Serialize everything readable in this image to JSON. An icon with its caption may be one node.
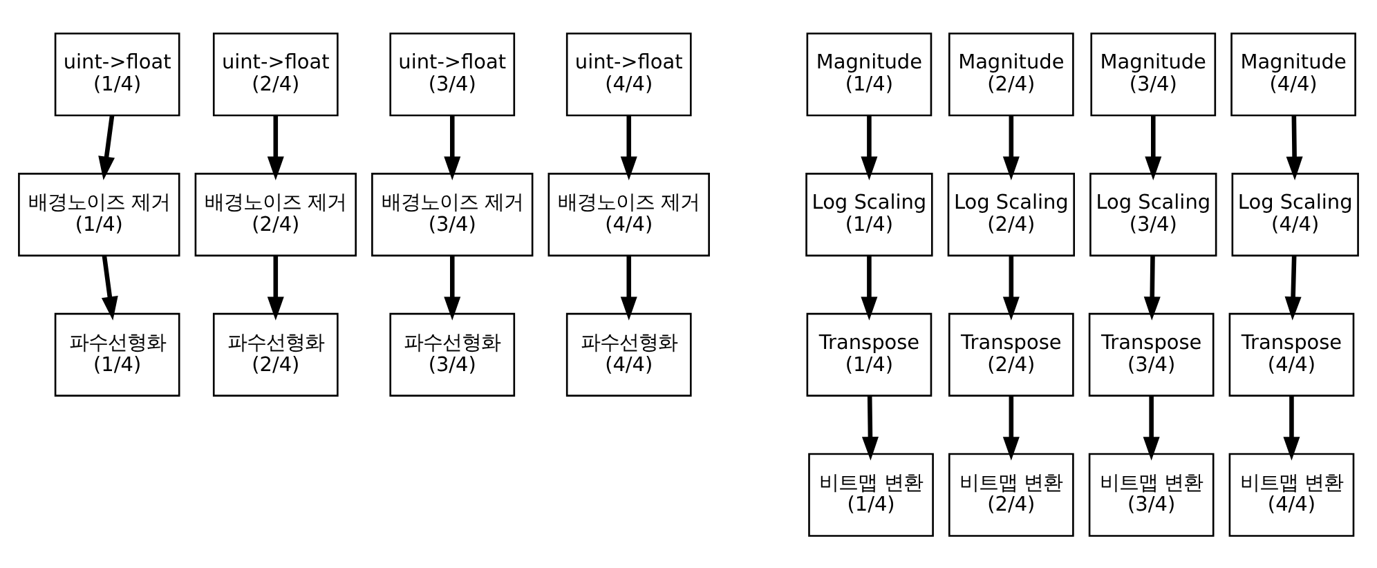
{
  "diagram": {
    "nodes": [
      {
        "text": [
          "uint->float (1/4)"
        ]
      },
      {
        "text": [
          "uint->float (2/4)"
        ]
      },
      {
        "text": [
          "uint->float (3/4)"
        ]
      },
      {
        "text": [
          "uint->float (4/4)"
        ]
      },
      {
        "text": [
          "배경노이즈 제거 (1/4)"
        ]
      },
      {
        "text": [
          "배경노이즈 제거 (2/4)"
        ]
      },
      {
        "text": [
          "배경노이즈 제거 (3/4)"
        ]
      },
      {
        "text": [
          "배경노이즈 제거 (4/4)"
        ]
      },
      {
        "text": [
          "파수선형화 (1/4)"
        ]
      },
      {
        "text": [
          "파수선형화 (2/4)"
        ]
      },
      {
        "text": [
          "파수선형화 (3/4)"
        ]
      },
      {
        "text": [
          "파수선형화 (4/4)"
        ]
      },
      {
        "text": [
          "Magnitude (1/4)"
        ]
      },
      {
        "text": [
          "Magnitude (2/4)"
        ]
      },
      {
        "text": [
          "Magnitude (3/4)"
        ]
      },
      {
        "text": [
          "Magnitude (4/4)"
        ]
      },
      {
        "text": [
          "Log Scaling (1/4)"
        ]
      },
      {
        "text": [
          "Log Scaling (2/4)"
        ]
      },
      {
        "text": [
          "Log Scaling (3/4)"
        ]
      },
      {
        "text": [
          "Log Scaling (4/4)"
        ]
      },
      {
        "text": [
          "Transpose (1/4)"
        ]
      },
      {
        "text": [
          "Transpose (2/4)"
        ]
      },
      {
        "text": [
          "Transpose (3/4)"
        ]
      },
      {
        "text": [
          "Transpose (4/4)"
        ]
      },
      {
        "text": [
          "비트맵 변환 (1/4)"
        ]
      },
      {
        "text": [
          "비트맵 변환 (2/4)"
        ]
      },
      {
        "text": [
          "비트맵 변환 (3/4)"
        ]
      },
      {
        "text": [
          "비트맵 변환 (4/4)"
        ]
      }
    ],
    "edges": [
      {
        "from": 0,
        "to": 4,
        "arrow": "to"
      },
      {
        "from": 1,
        "to": 5,
        "arrow": "to"
      },
      {
        "from": 2,
        "to": 6,
        "arrow": "to"
      },
      {
        "from": 3,
        "to": 7,
        "arrow": "to"
      },
      {
        "from": 4,
        "to": 8,
        "arrow": "to"
      },
      {
        "from": 5,
        "to": 9,
        "arrow": "to"
      },
      {
        "from": 6,
        "to": 10,
        "arrow": "to"
      },
      {
        "from": 7,
        "to": 11,
        "arrow": "to"
      },
      {
        "from": 12,
        "to": 16,
        "arrow": "to"
      },
      {
        "from": 13,
        "to": 17,
        "arrow": "to"
      },
      {
        "from": 14,
        "to": 18,
        "arrow": "to"
      },
      {
        "from": 15,
        "to": 19,
        "arrow": "to"
      },
      {
        "from": 16,
        "to": 20,
        "arrow": "to"
      },
      {
        "from": 17,
        "to": 21,
        "arrow": "to"
      },
      {
        "from": 18,
        "to": 22,
        "arrow": "to"
      },
      {
        "from": 19,
        "to": 23,
        "arrow": "to"
      },
      {
        "from": 20,
        "to": 24,
        "arrow": "to"
      },
      {
        "from": 21,
        "to": 25,
        "arrow": "to"
      },
      {
        "from": 22,
        "to": 26,
        "arrow": "to"
      },
      {
        "from": 23,
        "to": 27,
        "arrow": "to"
      }
    ]
  }
}
